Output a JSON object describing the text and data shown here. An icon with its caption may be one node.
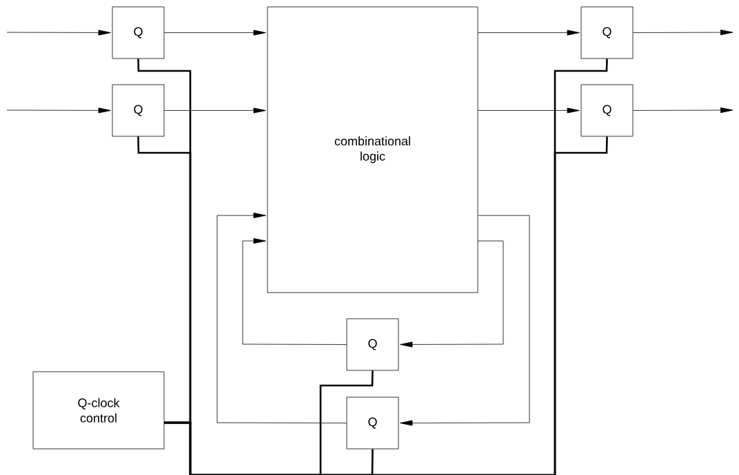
{
  "diagram": {
    "nodes": [
      {
        "text": [
          "Q"
        ]
      },
      {
        "text": [
          "Q"
        ]
      },
      {
        "text": [
          "combinational logic"
        ]
      },
      {
        "text": [
          "Q"
        ]
      },
      {
        "text": [
          "Q"
        ]
      },
      {
        "text": [
          "Q"
        ]
      },
      {
        "text": [
          "Q"
        ]
      },
      {
        "text": [
          "Q-clock control"
        ]
      }
    ],
    "edges": [
      {
        "from": null,
        "to": 0,
        "arrow": "to"
      },
      {
        "from": null,
        "to": 1,
        "arrow": "to"
      },
      {
        "from": 0,
        "to": 2,
        "arrow": "to"
      },
      {
        "from": 1,
        "to": 2,
        "arrow": "to"
      },
      {
        "from": 2,
        "to": 3,
        "arrow": "to"
      },
      {
        "from": 2,
        "to": 4,
        "arrow": "to"
      },
      {
        "from": 3,
        "to": null,
        "arrow": "to"
      },
      {
        "from": 4,
        "to": null,
        "arrow": "to"
      },
      {
        "from": 2,
        "to": 5,
        "arrow": "to"
      },
      {
        "from": 2,
        "to": 6,
        "arrow": "to"
      },
      {
        "from": 5,
        "to": 2,
        "arrow": "to"
      },
      {
        "from": 6,
        "to": 2,
        "arrow": "to"
      },
      {
        "from": 7,
        "to": 0,
        "arrow": "none",
        "style": "thick"
      },
      {
        "from": 7,
        "to": 1,
        "arrow": "none",
        "style": "thick"
      },
      {
        "from": 7,
        "to": 3,
        "arrow": "none",
        "style": "thick"
      },
      {
        "from": 7,
        "to": 4,
        "arrow": "none",
        "style": "thick"
      },
      {
        "from": 7,
        "to": 5,
        "arrow": "none",
        "style": "thick"
      },
      {
        "from": 7,
        "to": 6,
        "arrow": "none",
        "style": "thick"
      }
    ]
  }
}
